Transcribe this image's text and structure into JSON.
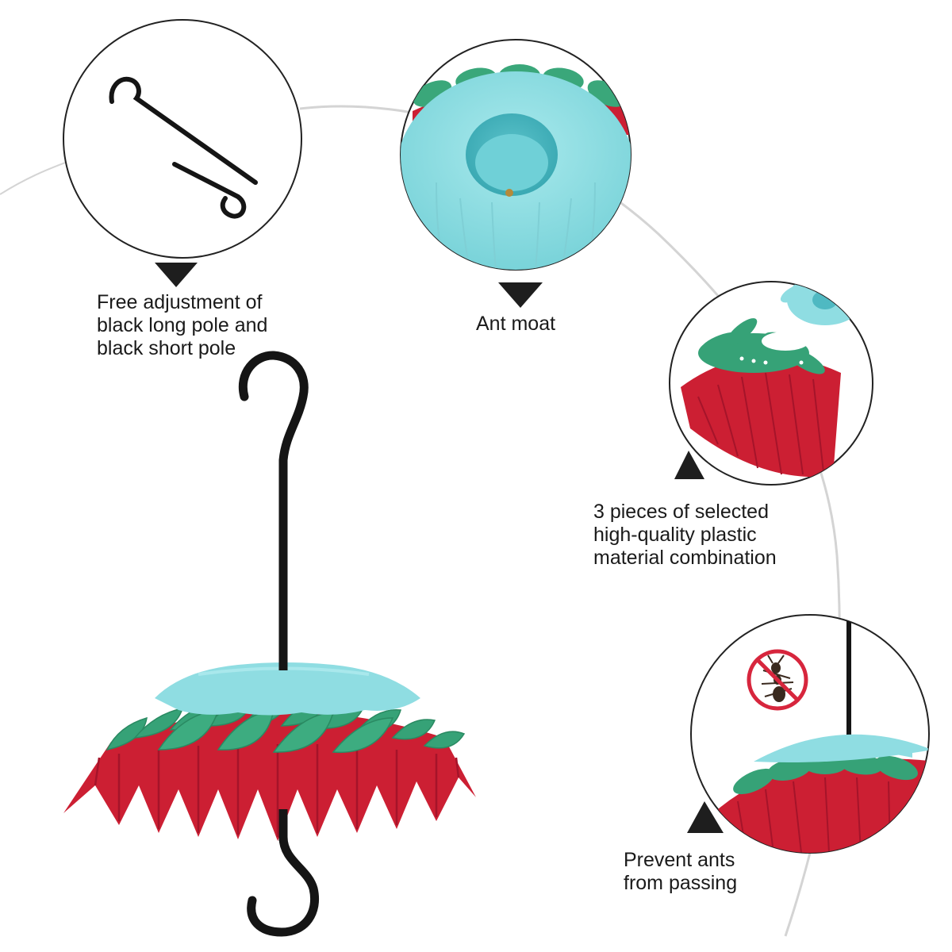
{
  "features": {
    "hooks": {
      "lines": [
        "Free adjustment of",
        "black long pole and",
        "black short pole"
      ]
    },
    "moat": {
      "lines": [
        "Ant moat"
      ]
    },
    "pieces": {
      "lines": [
        "3 pieces of selected",
        "high-quality plastic",
        "material combination"
      ]
    },
    "ants": {
      "lines": [
        "Prevent ants",
        "from passing"
      ]
    }
  },
  "colors": {
    "pole": "#151515",
    "top_cup": "#8fdde2",
    "top_cup_dark": "#6ccbd2",
    "leaf_green": "#36a277",
    "leaf_green_light": "#4fbb8d",
    "petal_red": "#cc1f33",
    "petal_red_dark": "#a5142a",
    "arc_gray": "#d4d4d4",
    "no_sign_red": "#d7263d"
  },
  "icons": [
    "hook-icon",
    "arrow-down-icon",
    "arrow-up-icon",
    "no-ant-icon"
  ]
}
